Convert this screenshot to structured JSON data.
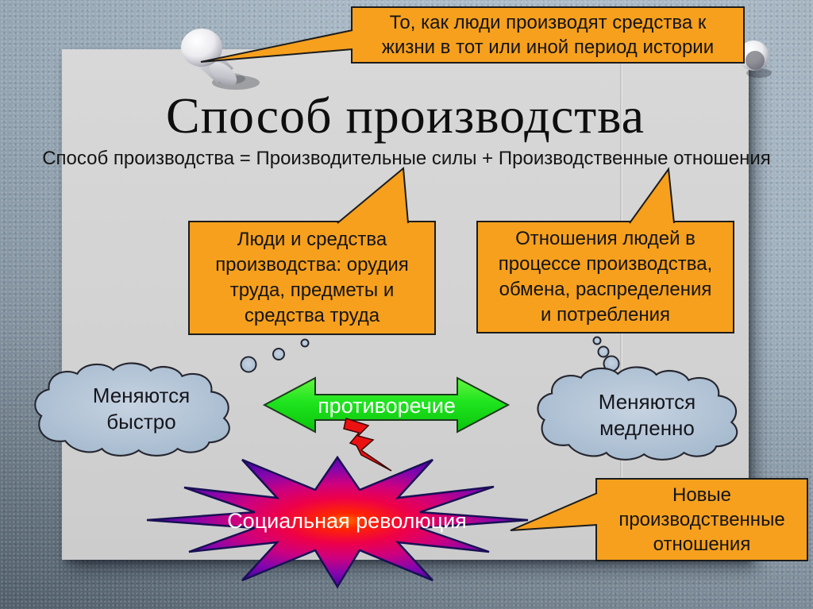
{
  "slide": {
    "title": "Способ производства",
    "formula": "Способ производства = Производительные силы + Производственные отношения"
  },
  "callout": {
    "definition": "То, как люди производят средства к\nжизни в тот или иной период истории"
  },
  "boxes": {
    "productive_forces": "Люди и средства\nпроизводства: орудия\nтруда, предметы и\nсредства труда",
    "production_relations": "Отношения людей в\nпроцессе производства,\nобмена, распределения\nи потребления",
    "new_relations": "Новые\nпроизводственные\nотношения"
  },
  "clouds": {
    "left": "Меняются\nбыстро",
    "right": "Меняются\nмедленно"
  },
  "labels": {
    "contradiction": "противоречие",
    "revolution": "Социальная революция"
  },
  "colors": {
    "callout_orange": "#F6A01E",
    "arrow_green": "#1EDD1E",
    "cloud_blue": "#AEC2D6",
    "lightning_red": "#EC1111",
    "star_center": "#FF2600",
    "star_edge": "#3A079C",
    "paper": "#D3D3D3",
    "board": "#9FB2C2"
  }
}
